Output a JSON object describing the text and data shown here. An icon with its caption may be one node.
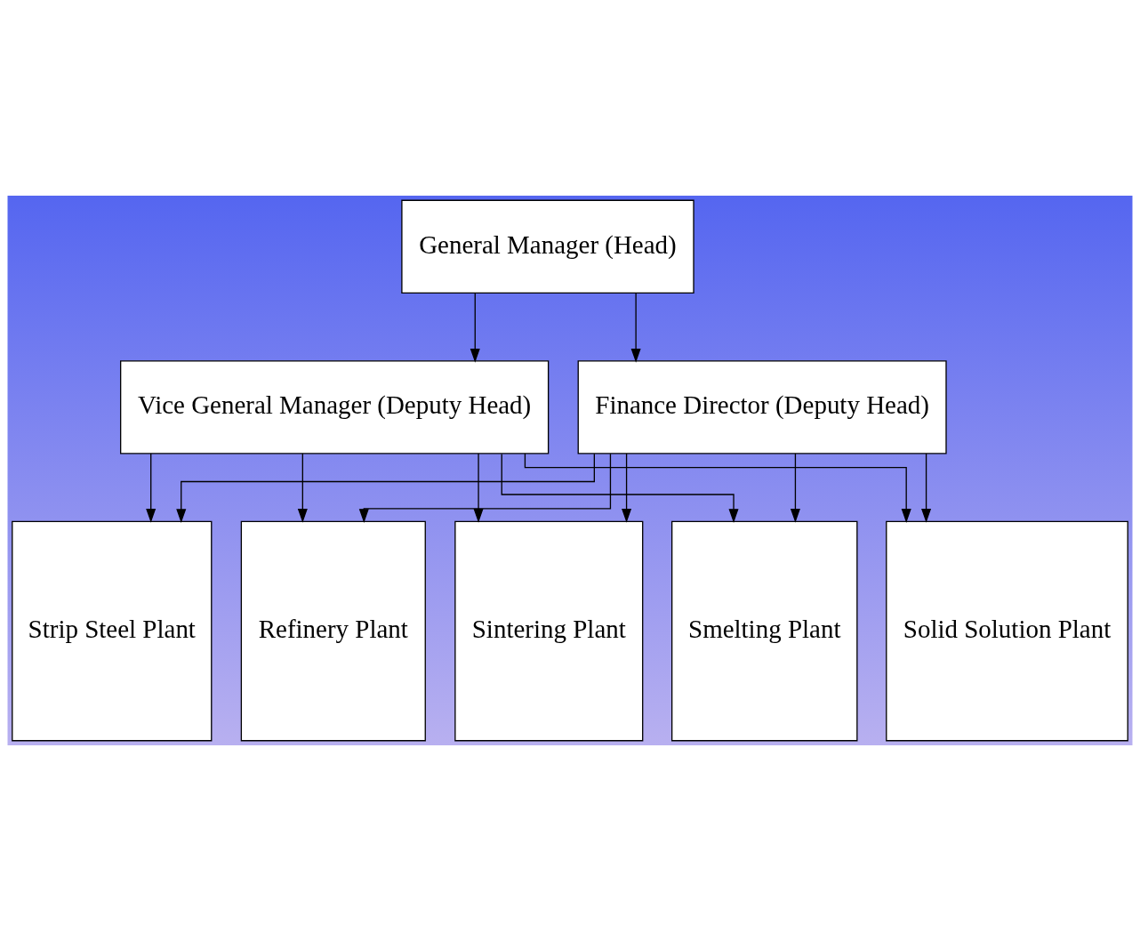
{
  "diagram": {
    "nodes": [
      {
        "text": [
          "General Manager (Head)"
        ]
      },
      {
        "text": [
          "Vice General Manager (Deputy Head)"
        ]
      },
      {
        "text": [
          "Finance Director (Deputy Head)"
        ]
      },
      {
        "text": [
          "Strip Steel Plant"
        ]
      },
      {
        "text": [
          "Refinery Plant"
        ]
      },
      {
        "text": [
          "Sintering Plant"
        ]
      },
      {
        "text": [
          "Smelting Plant"
        ]
      },
      {
        "text": [
          "Solid Solution Plant"
        ]
      }
    ],
    "edges": [
      {
        "from": 0,
        "to": 1,
        "arrow": "to"
      },
      {
        "from": 0,
        "to": 2,
        "arrow": "to"
      },
      {
        "from": 1,
        "to": 3,
        "arrow": "to"
      },
      {
        "from": 1,
        "to": 4,
        "arrow": "to"
      },
      {
        "from": 1,
        "to": 5,
        "arrow": "to"
      },
      {
        "from": 1,
        "to": 6,
        "arrow": "to"
      },
      {
        "from": 1,
        "to": 7,
        "arrow": "to"
      },
      {
        "from": 2,
        "to": 3,
        "arrow": "to"
      },
      {
        "from": 2,
        "to": 4,
        "arrow": "to"
      },
      {
        "from": 2,
        "to": 5,
        "arrow": "to"
      },
      {
        "from": 2,
        "to": 6,
        "arrow": "to"
      },
      {
        "from": 2,
        "to": 7,
        "arrow": "to"
      }
    ]
  }
}
